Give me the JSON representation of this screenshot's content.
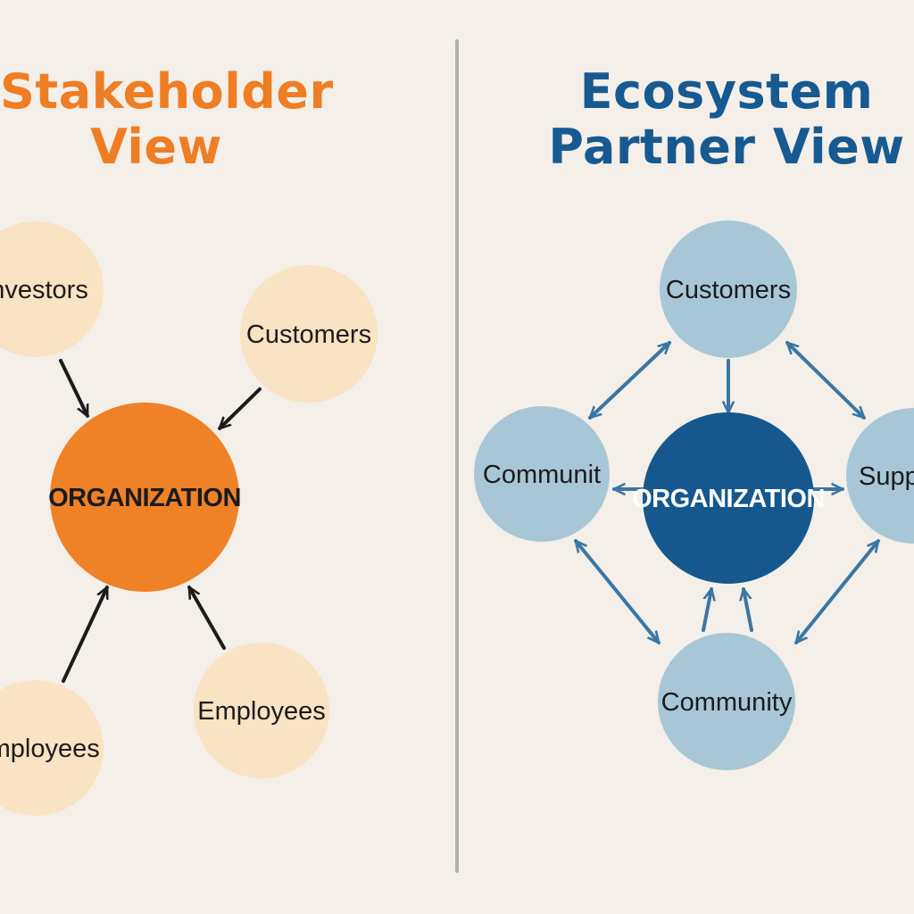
{
  "left": {
    "title_line1": "Stakeholder",
    "title_line2": "View",
    "center": "ORGANIZATION",
    "nodes": [
      "Investors",
      "Customers",
      "Employees",
      "Employees"
    ],
    "colors": {
      "title": "#ef7d24",
      "center": "#ef8127",
      "node": "#f8e3c2",
      "arrow": "#1b1b1b",
      "center_text": "#1b1b1b"
    }
  },
  "right": {
    "title_line1": "Ecosystem",
    "title_line2": "Partner View",
    "center": "ORGANIZATION",
    "nodes": [
      "Customers",
      "Communit",
      "Suppliers",
      "Community"
    ],
    "colors": {
      "title": "#175a92",
      "center": "#16588e",
      "node": "#a8c7d6",
      "arrow": "#3a76a5",
      "center_text": "#ffffff"
    }
  }
}
